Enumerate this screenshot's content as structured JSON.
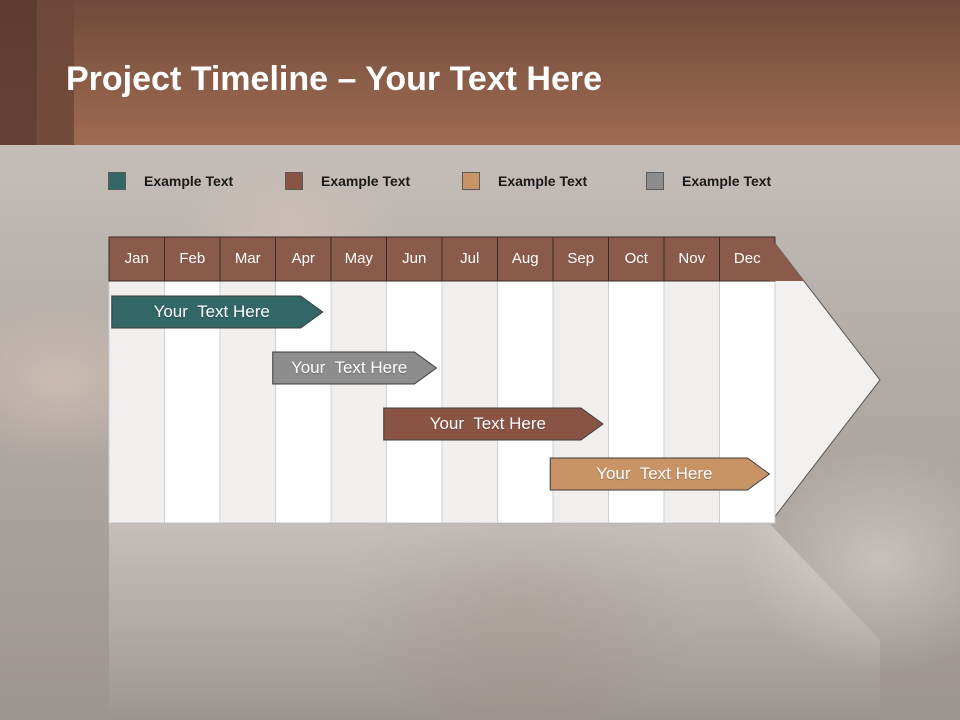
{
  "slide": {
    "title_bold": "Project Timeline",
    "title_rest": " – Your Text Here"
  },
  "legend": [
    {
      "label": "Example Text",
      "color": "#336666"
    },
    {
      "label": "Example Text",
      "color": "#8a5445"
    },
    {
      "label": "Example Text",
      "color": "#c89466"
    },
    {
      "label": "Example Text",
      "color": "#8d8d8d"
    }
  ],
  "timeline": {
    "months": [
      "Jan",
      "Feb",
      "Mar",
      "Apr",
      "May",
      "Jun",
      "Jul",
      "Aug",
      "Sep",
      "Oct",
      "Nov",
      "Dec"
    ],
    "header_color": "#8a5a4a",
    "tasks": [
      {
        "label": "Your  Text Here",
        "start_month": 0.05,
        "end_month": 3.85,
        "color": "#336666"
      },
      {
        "label": "Your  Text Here",
        "start_month": 2.95,
        "end_month": 5.9,
        "color": "#8d8d8d"
      },
      {
        "label": "Your  Text Here",
        "start_month": 4.95,
        "end_month": 8.9,
        "color": "#8a5445"
      },
      {
        "label": "Your  Text Here",
        "start_month": 7.95,
        "end_month": 11.9,
        "color": "#c89466"
      }
    ]
  }
}
